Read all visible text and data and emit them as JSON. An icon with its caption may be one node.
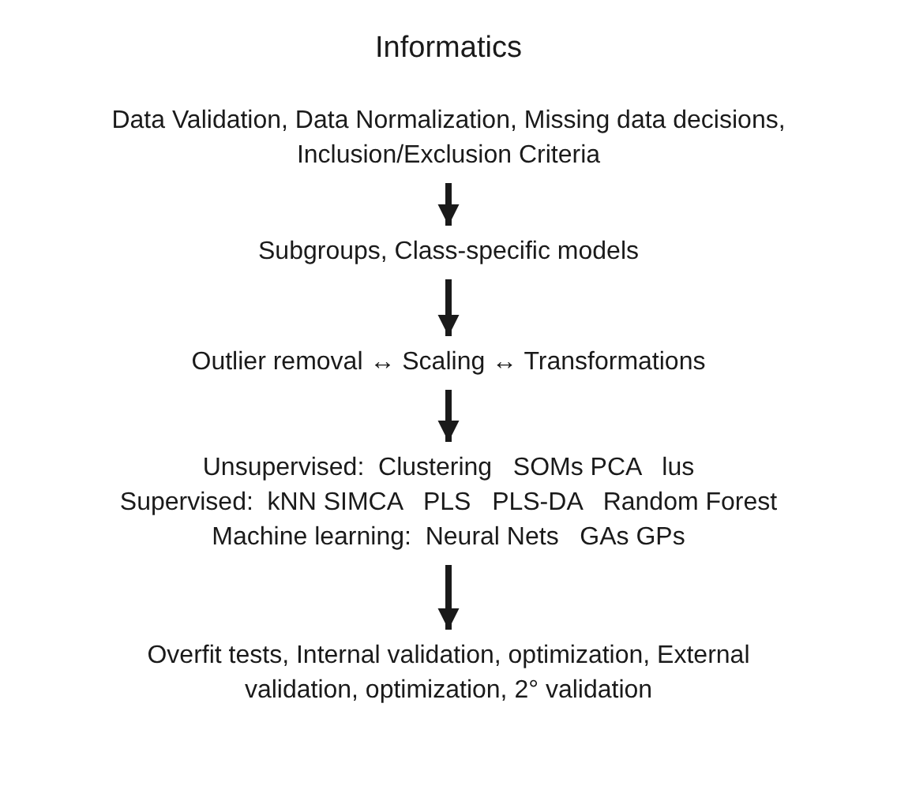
{
  "diagram": {
    "title": "Informatics",
    "nodes": [
      {
        "text": [
          "Data Validation, Data Normalization, Missing data decisions, Inclusion/Exclusion Criteria"
        ]
      },
      {
        "text": [
          "Subgroups, Class-specific models"
        ]
      },
      {
        "text": [
          "Outlier removal ↔ Scaling ↔ Transformations"
        ]
      },
      {
        "text": [
          "Unsupervised:  Clustering   SOMs PCA   lus",
          "Supervised:  kNN SIMCA   PLS   PLS-DA   Random Forest",
          "Machine learning:  Neural Nets   GAs GPs"
        ]
      },
      {
        "text": [
          "Overfit tests, Internal validation, optimization, External validation, optimization, 2° validation"
        ]
      }
    ],
    "edges": [
      {
        "from": 0,
        "to": 1,
        "arrow": "to"
      },
      {
        "from": 1,
        "to": 2,
        "arrow": "to"
      },
      {
        "from": 2,
        "to": 3,
        "arrow": "to"
      },
      {
        "from": 3,
        "to": 4,
        "arrow": "to"
      }
    ]
  }
}
